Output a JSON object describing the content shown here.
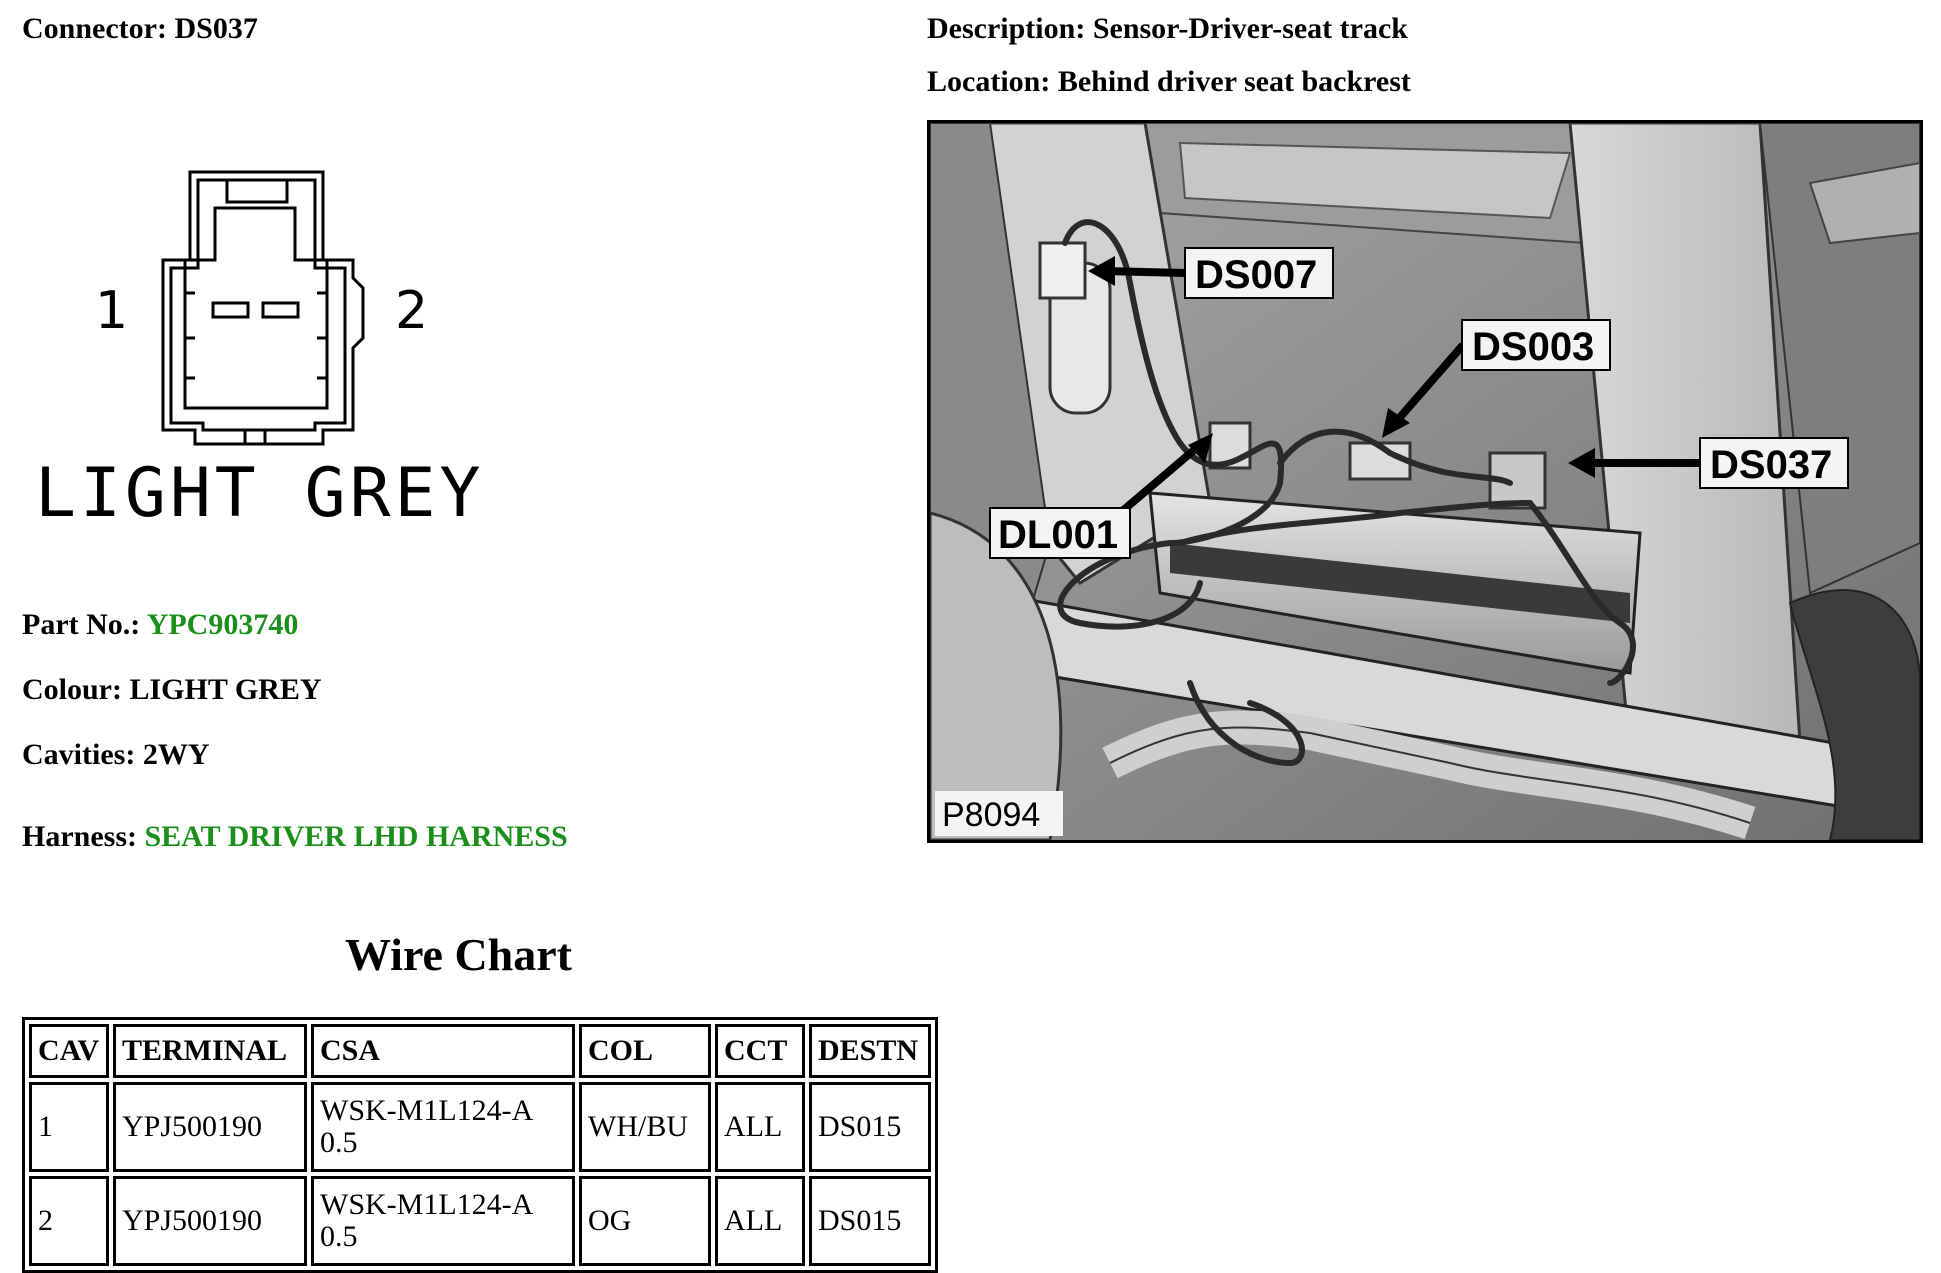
{
  "header": {
    "connector_label": "Connector:",
    "connector_value": "DS037",
    "description_label": "Description:",
    "description_value": "Sensor-Driver-seat track",
    "location_label": "Location:",
    "location_value": "Behind driver seat backrest"
  },
  "diagram": {
    "pin_left": "1",
    "pin_right": "2",
    "colour_caption": "LIGHT GREY"
  },
  "details": {
    "part_no_label": "Part No.:",
    "part_no_value": "YPC903740",
    "colour_label": "Colour:",
    "colour_value": "LIGHT GREY",
    "cavities_label": "Cavities:",
    "cavities_value": "2WY",
    "harness_label": "Harness:",
    "harness_value": "SEAT DRIVER LHD HARNESS",
    "link_color": "#1a8f1a"
  },
  "photo": {
    "callouts": [
      "DS007",
      "DS003",
      "DS037",
      "DL001"
    ],
    "figure_id": "P8094"
  },
  "wire_chart": {
    "title": "Wire Chart",
    "headers": [
      "CAV",
      "TERMINAL",
      "CSA",
      "COL",
      "CCT",
      "DESTN"
    ],
    "rows": [
      {
        "cav": "1",
        "terminal": "YPJ500190",
        "csa_line1": "WSK-M1L124-A",
        "csa_line2": "0.5",
        "col": "WH/BU",
        "cct": "ALL",
        "destn": "DS015"
      },
      {
        "cav": "2",
        "terminal": "YPJ500190",
        "csa_line1": "WSK-M1L124-A",
        "csa_line2": "0.5",
        "col": "OG",
        "cct": "ALL",
        "destn": "DS015"
      }
    ]
  }
}
